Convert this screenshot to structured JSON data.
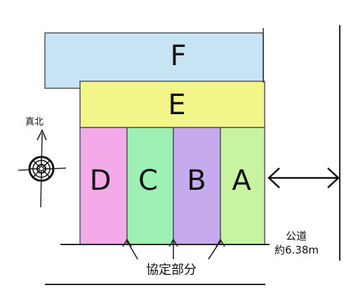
{
  "lots": {
    "F": {
      "label": "F",
      "color": "#c6e4f3"
    },
    "E": {
      "label": "E",
      "color": "#f1f58a"
    },
    "D": {
      "label": "D",
      "color": "#f4a9e8"
    },
    "C": {
      "label": "C",
      "color": "#9ff0b5"
    },
    "B": {
      "label": "B",
      "color": "#c5abee"
    },
    "A": {
      "label": "A",
      "color": "#c8f3a1"
    }
  },
  "compass": {
    "label": "真北",
    "icon": "compass-rose-icon"
  },
  "road": {
    "name": "公道",
    "width": "約6.38m"
  },
  "shared_section": {
    "label": "協定部分"
  }
}
